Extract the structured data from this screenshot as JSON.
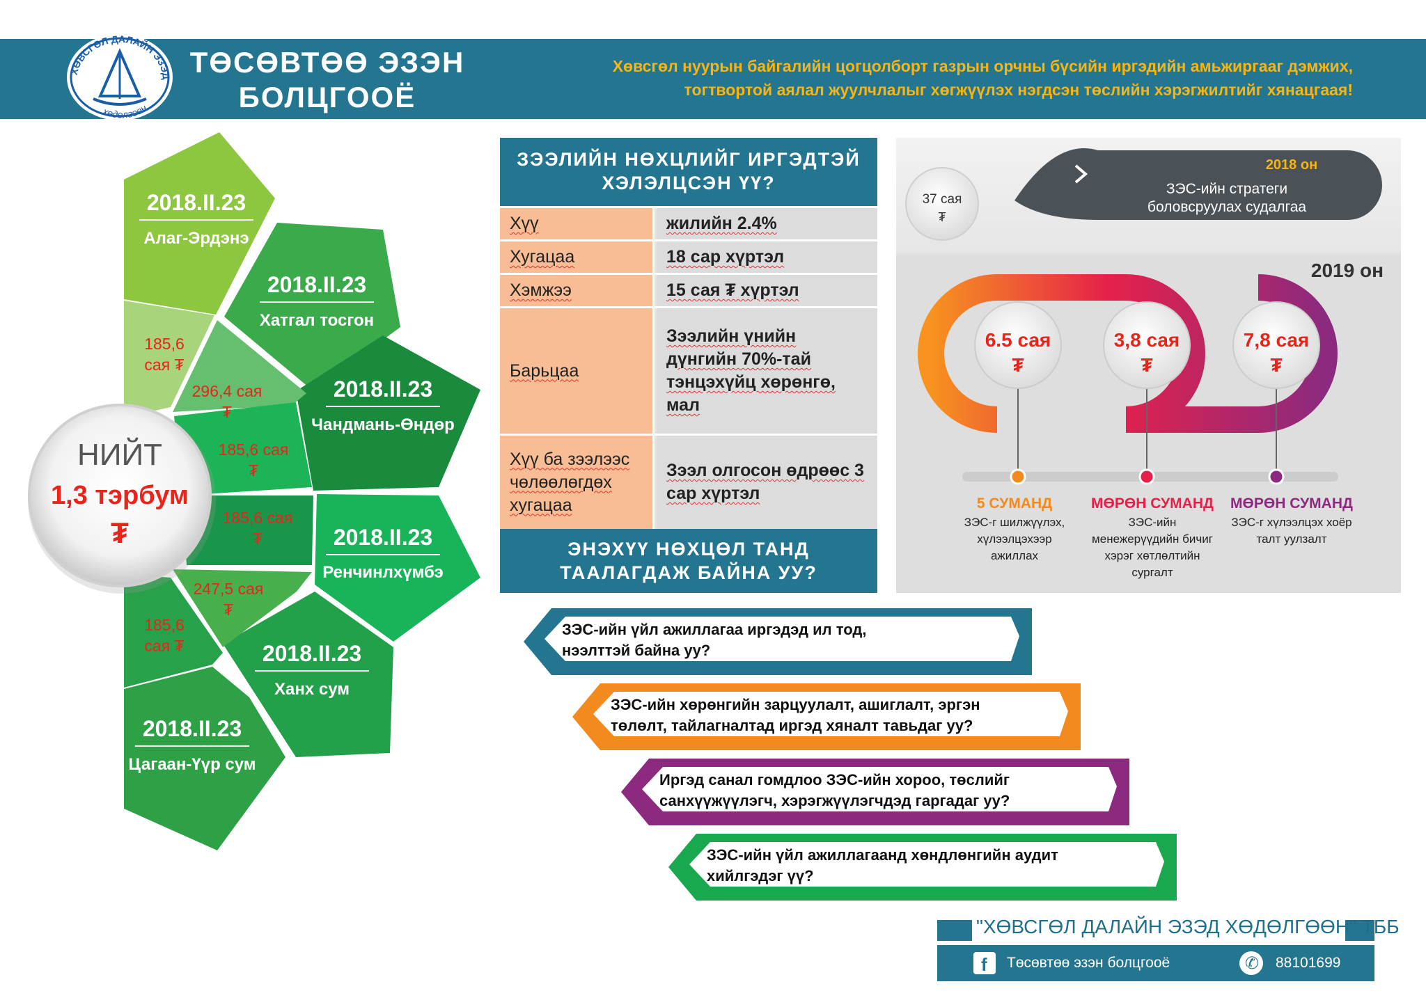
{
  "header": {
    "brand_line1": "ТӨСӨВТӨӨ ЭЗЭН",
    "brand_line2": "БОЛЦГООЁ",
    "slogan_line1": "Хөвсгөл нуурын байгалийн цогцолборт газрын орчны бүсийн иргэдийн амьжиргааг дэмжих,",
    "slogan_line2": "тогтвортой  аялал жуулчлалыг хөгжүүлэх нэгдсэн төслийн хэрэгжилтийг хянацгаая!",
    "logo_text_top": "ХӨВСГӨЛ ДАЛАЙН ЭЗЭД",
    "logo_text_bottom": "хөдөлгөөн"
  },
  "colors": {
    "header_bg": "#237590",
    "slogan": "#f6b514",
    "amount_red": "#e8251b",
    "green_light": "#8dc63f",
    "green_mid": "#3aaa4a",
    "green_dark": "#1a8a3c",
    "green_bright": "#19b35a"
  },
  "total": {
    "label": "НИЙТ",
    "amount": "1,3 тэрбум",
    "currency": "₮"
  },
  "districts": [
    {
      "date": "2018.II.23",
      "name": "Алаг-Эрдэнэ"
    },
    {
      "date": "2018.II.23",
      "name": "Хатгал тосгон"
    },
    {
      "date": "2018.II.23",
      "name": "Чандмань-Өндөр"
    },
    {
      "date": "2018.II.23",
      "name": "Ренчинлхүмбэ"
    },
    {
      "date": "2018.II.23",
      "name": "Ханх сум"
    },
    {
      "date": "2018.II.23",
      "name": "Цагаан-Үүр сум"
    }
  ],
  "amounts": [
    {
      "l1": "185,6",
      "l2": "сая ₮"
    },
    {
      "l1": "296,4 сая",
      "l2": "₮"
    },
    {
      "l1": "185,6 сая",
      "l2": "₮"
    },
    {
      "l1": "185,6 сая",
      "l2": "₮"
    },
    {
      "l1": "247,5 сая",
      "l2": "₮"
    },
    {
      "l1": "185,6",
      "l2": "сая ₮"
    }
  ],
  "loan": {
    "heading_line1": "ЗЭЭЛИЙН НӨХЦЛИЙГ ИРГЭДТЭЙ",
    "heading_line2": "ХЭЛЭЛЦСЭН ҮҮ?",
    "rows": [
      {
        "label": "Хүү",
        "value": "жилийн 2.4%"
      },
      {
        "label": "Хугацаа",
        "value": "18 сар хүртэл"
      },
      {
        "label": "Хэмжээ",
        "value": "15 сая ₮ хүртэл"
      },
      {
        "label": "Барьцаа",
        "value": "Зээлийн үнийн дүнгийн 70%-тай тэнцэхүйц хөрөнгө, мал"
      },
      {
        "label": "Хүү ба зээлээс чөлөөлөгдөх хугацаа",
        "value": "Зээл олгосон өдрөөс 3 сар хүртэл"
      }
    ],
    "footer_line1": "ЭНЭХҮҮ НӨХЦӨЛ ТАНД",
    "footer_line2": "ТААЛАГДАЖ БАЙНА УУ?"
  },
  "timeline": {
    "top_amount_l1": "37 сая",
    "top_amount_l2": "₮",
    "top_year": "2018 он",
    "top_text_l1": "ЗЭС-ийн стратеги",
    "top_text_l2": "боловсруулах судалгаа",
    "year_2019": "2019 он",
    "items": [
      {
        "amount": "6.5 сая",
        "currency": "₮",
        "title": "5 СУМАНД",
        "d1": "ЗЭС-г шилжүүлэх,",
        "d2": "хүлээлцэхээр",
        "d3": "ажиллах",
        "d4": "",
        "color": "#f28a1d"
      },
      {
        "amount": "3,8 сая",
        "currency": "₮",
        "title": "МӨРӨН СУМАНД",
        "d1": "ЗЭС-ийн",
        "d2": "менежерүүдийн бичиг",
        "d3": "хэрэг хөтлөлтийн",
        "d4": "сургалт",
        "color": "#e5214a"
      },
      {
        "amount": "7,8 сая",
        "currency": "₮",
        "title": "МӨРӨН СУМАНД",
        "d1": "ЗЭС-г хүлээлцэх хоёр",
        "d2": "талт уулзалт",
        "d3": "",
        "d4": "",
        "color": "#8c2a7f"
      }
    ]
  },
  "questions": [
    {
      "l1": "ЗЭС-ийн үйл ажиллагаа иргэдэд ил тод,",
      "l2": "нээлттэй байна уу?",
      "color": "#237590"
    },
    {
      "l1": "ЗЭС-ийн хөрөнгийн зарцуулалт, ашиглалт, эргэн",
      "l2": "төлөлт, тайлагналтад иргэд хяналт тавьдаг уу?",
      "color": "#f28a1d"
    },
    {
      "l1": "Иргэд санал гомдлоо ЗЭС-ийн хороо, төслийг",
      "l2": "санхүүжүүлэгч, хэрэгжүүлэгчдэд гаргадаг уу?",
      "color": "#8c2a7f"
    },
    {
      "l1": "ЗЭС-ийн үйл ажиллагаанд хөндлөнгийн аудит",
      "l2": "хийлгэдэг үү?",
      "color": "#19a84f"
    }
  ],
  "footer": {
    "org": "\"ХӨВСГӨЛ ДАЛАЙН ЭЗЭД ХӨДӨЛГӨӨН\" ТББ",
    "facebook": "Төсөвтөө эзэн болцгооё",
    "phone": "88101699"
  }
}
